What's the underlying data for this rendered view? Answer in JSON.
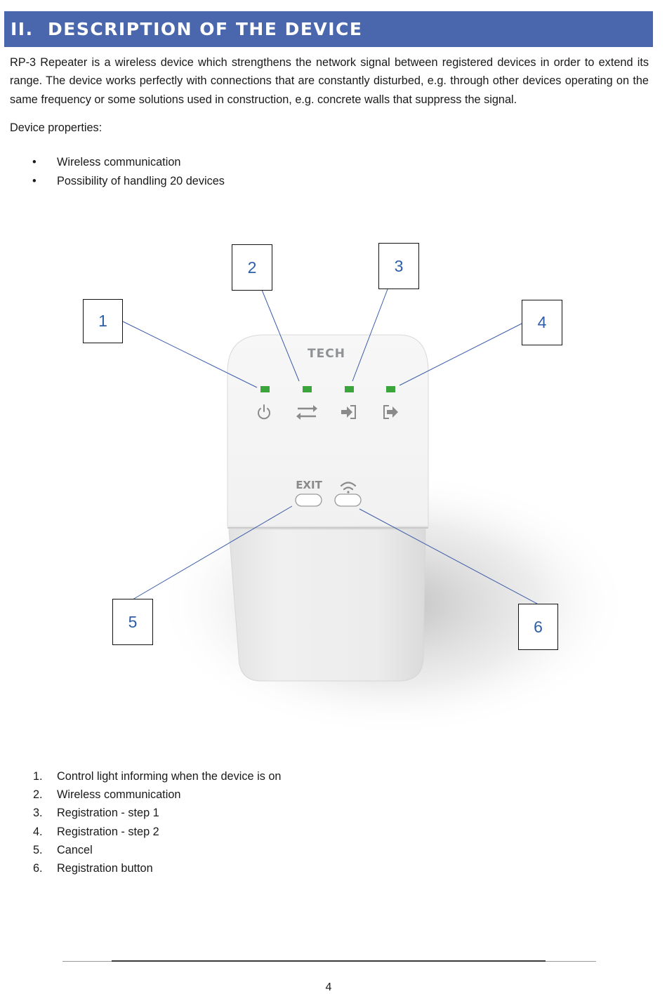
{
  "section": {
    "number": "II.",
    "title": "DESCRIPTION OF THE DEVICE"
  },
  "intro": "RP-3 Repeater is a wireless device which strengthens the network signal between registered devices in order to extend its range. The device works perfectly with connections that are constantly disturbed, e.g. through other devices operating on the same frequency or some solutions used in construction, e.g. concrete walls that suppress the signal.",
  "properties": {
    "title": "Device properties:",
    "items": [
      {
        "bullet": "•",
        "text": "Wireless communication"
      },
      {
        "bullet": "•",
        "text": "Possibility of handling 20 devices"
      }
    ]
  },
  "figure": {
    "brand": "TECH",
    "exit_label": "EXIT",
    "led_color": "#3aa53a",
    "callouts": [
      "1",
      "2",
      "3",
      "4",
      "5",
      "6"
    ],
    "icons": [
      "power-icon",
      "transfer-arrows-icon",
      "login-icon",
      "logout-icon",
      "wifi-icon"
    ]
  },
  "legend": [
    {
      "num": "1.",
      "text": "Control light informing when the device is on"
    },
    {
      "num": "2.",
      "text": "Wireless communication"
    },
    {
      "num": "3.",
      "text": "Registration - step 1"
    },
    {
      "num": "4.",
      "text": "Registration - step 2"
    },
    {
      "num": "5.",
      "text": "Cancel"
    },
    {
      "num": "6.",
      "text": "Registration button"
    }
  ],
  "page_number": "4"
}
